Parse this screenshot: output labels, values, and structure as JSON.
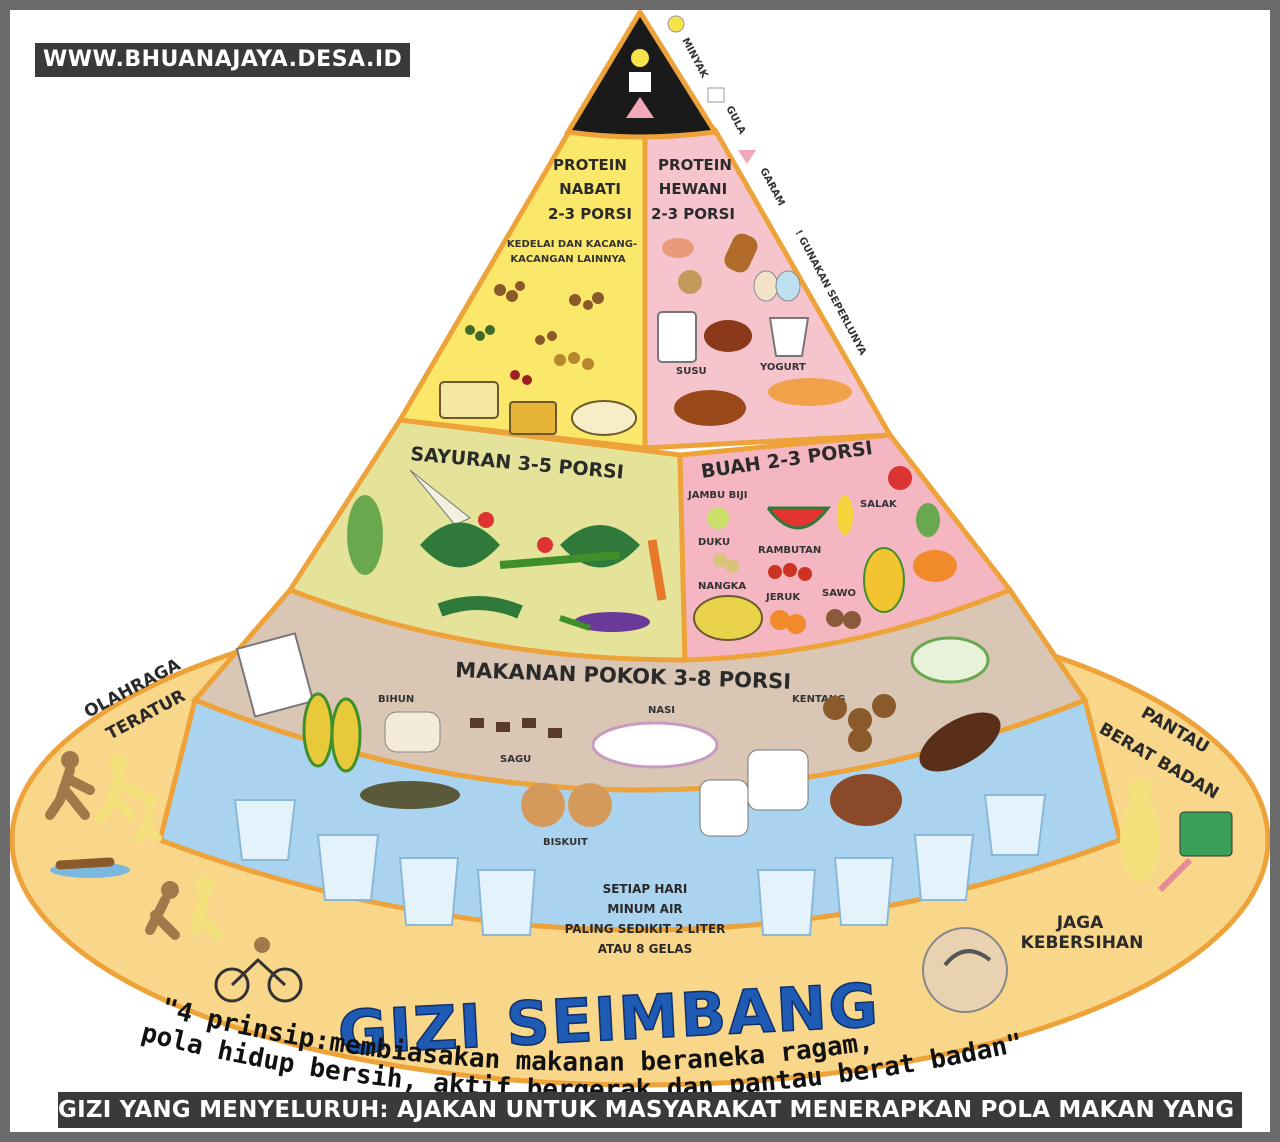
{
  "watermark": "WWW.BHUANAJAYA.DESA.ID",
  "caption": "GIZI YANG MENYELURUH: AJAKAN UNTUK MASYARAKAT MENERAPKAN POLA MAKAN YANG SEIMBANG",
  "apex_legend": {
    "minyak": "MINYAK",
    "gula": "GULA",
    "garam": "GARAM",
    "note": "! GUNAKAN SEPERLUNYA"
  },
  "protein_nabati": {
    "line1": "PROTEIN",
    "line2": "NABATI",
    "line3": "2-3 PORSI",
    "sub1": "KEDELAI DAN KACANG-",
    "sub2": "KACANGAN LAINNYA"
  },
  "protein_hewani": {
    "line1": "PROTEIN",
    "line2": "HEWANI",
    "line3": "2-3 PORSI",
    "susu": "SUSU",
    "yogurt": "YOGURT"
  },
  "sayuran": {
    "title": "SAYURAN 3-5 PORSI"
  },
  "buah": {
    "title": "BUAH 2-3 PORSI",
    "items": [
      "JAMBU BIJI",
      "SALAK",
      "DUKU",
      "RAMBUTAN",
      "NANGKA",
      "JERUK",
      "SAWO"
    ]
  },
  "makanan_pokok": {
    "title": "MAKANAN POKOK 3-8 PORSI",
    "items": [
      "BIHUN",
      "NASI",
      "KENTANG",
      "SAGU",
      "BISKUIT"
    ]
  },
  "air": {
    "line1": "SETIAP HARI",
    "line2": "MINUM AIR",
    "line3": "PALING SEDIKIT 2 LITER",
    "line4": "ATAU 8 GELAS"
  },
  "base": {
    "olahraga1": "OLAHRAGA",
    "olahraga2": "TERATUR",
    "pantau1": "PANTAU",
    "pantau2": "BERAT BADAN",
    "jaga1": "JAGA",
    "jaga2": "KEBERSIHAN"
  },
  "title": "GIZI SEIMBANG",
  "prinsip": {
    "line1": "\"4 prinsip:membiasakan makanan beraneka ragam,",
    "line2": "pola hidup bersih, aktif bergerak dan pantau berat badan\""
  },
  "colors": {
    "orange": "#f0a030",
    "yellow": "#fbe86a",
    "pink": "#f6c4cc",
    "green": "#e5e39a",
    "pink2": "#f4b6c0",
    "beige": "#d8c4b0",
    "water": "#a9d3ef",
    "base": "#f9d78a",
    "blue_title": "#1f5bb5"
  }
}
